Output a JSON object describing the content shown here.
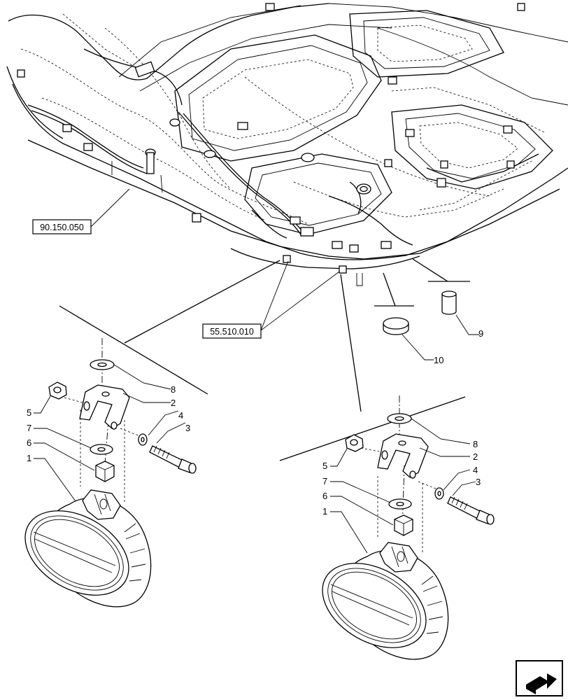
{
  "references": [
    {
      "id": "ref-90-150-050",
      "text": "90.150.050"
    },
    {
      "id": "ref-55-510-010",
      "text": "55.510.010"
    }
  ],
  "callouts": {
    "left": [
      "1",
      "2",
      "3",
      "4",
      "5",
      "6",
      "7",
      "8"
    ],
    "right": [
      "1",
      "2",
      "3",
      "4",
      "5",
      "6",
      "7",
      "8"
    ],
    "loose": [
      "9",
      "10"
    ]
  },
  "nav_icon": "next-page-arrow-icon"
}
